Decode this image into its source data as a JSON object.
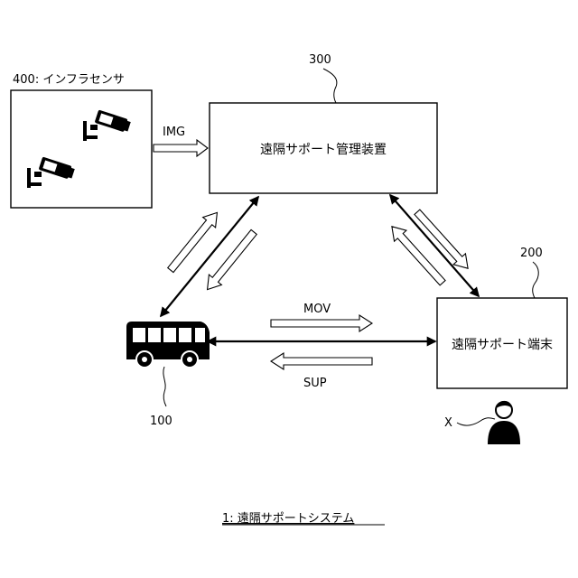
{
  "figure": {
    "caption": "1: 遠隔サポートシステム"
  },
  "infra_sensor": {
    "label": "400: インフラセンサ",
    "icon": "surveillance-camera-icon"
  },
  "management_device": {
    "ref": "300",
    "label": "遠隔サポート管理装置"
  },
  "support_terminal": {
    "ref": "200",
    "label": "遠隔サポート端末"
  },
  "vehicle": {
    "ref": "100",
    "icon": "bus-icon"
  },
  "operator": {
    "ref": "X",
    "icon": "person-icon"
  },
  "signals": {
    "img": "IMG",
    "mov": "MOV",
    "sup": "SUP"
  }
}
